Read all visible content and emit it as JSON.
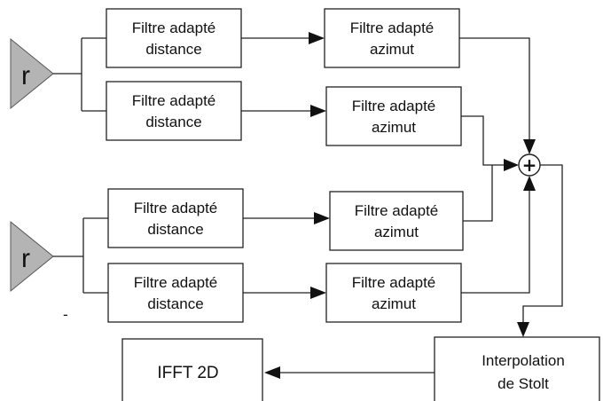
{
  "antennas": [
    {
      "label": "r"
    },
    {
      "label": "r"
    }
  ],
  "range_filters": [
    {
      "line1": "Filtre adapté",
      "line2": "distance"
    },
    {
      "line1": "Filtre adapté",
      "line2": "distance"
    },
    {
      "line1": "Filtre adapté",
      "line2": "distance"
    },
    {
      "line1": "Filtre adapté",
      "line2": "distance"
    }
  ],
  "azimuth_filters": [
    {
      "line1": "Filtre adapté",
      "line2": "azimut"
    },
    {
      "line1": "Filtre adapté",
      "line2": "azimut"
    },
    {
      "line1": "Filtre adapté",
      "line2": "azimut"
    },
    {
      "line1": "Filtre adapté",
      "line2": "azimut"
    }
  ],
  "summer": {
    "symbol": "+"
  },
  "interpolation": {
    "line1": "Interpolation",
    "line2": "de Stolt"
  },
  "ifft": {
    "label": "IFFT 2D"
  },
  "stray_mark": "-",
  "colors": {
    "antenna_fill": "#b4b4b4",
    "line": "#222222"
  }
}
